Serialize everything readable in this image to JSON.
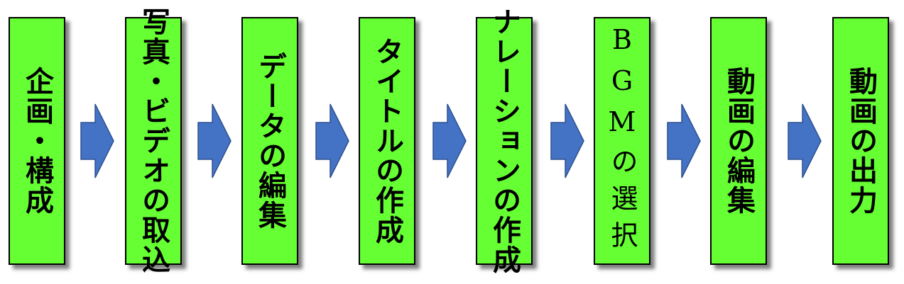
{
  "diagram": {
    "type": "process-flow",
    "steps": [
      {
        "label": "企画・構成"
      },
      {
        "label": "写真・ビデオの取込"
      },
      {
        "label": "データの編集"
      },
      {
        "label": "タイトルの作成"
      },
      {
        "label": "ナレーションの作成"
      },
      {
        "label": "BGMの選択"
      },
      {
        "label": "動画の編集"
      },
      {
        "label": "動画の出力"
      }
    ],
    "arrow_icon": "right-arrow-icon",
    "colors": {
      "box_fill": "#66ff33",
      "box_border": "#000000",
      "arrow_fill": "#4472c4",
      "arrow_stroke": "#2f528f",
      "text": "#000000"
    }
  }
}
